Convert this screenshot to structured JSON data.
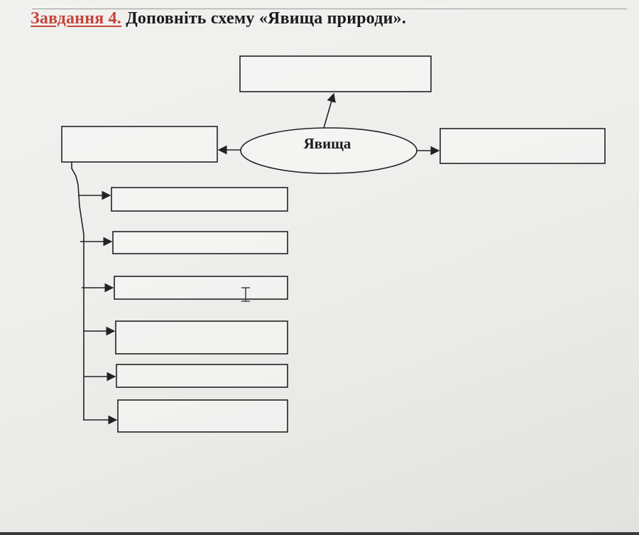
{
  "task": {
    "label": "Завдання 4.",
    "text": " Доповніть схему «Явища природи»."
  },
  "diagram": {
    "center_label": "Явища"
  },
  "colors": {
    "task_label": "#c4453c",
    "text": "#1b1b1b",
    "lines": "#222222"
  }
}
